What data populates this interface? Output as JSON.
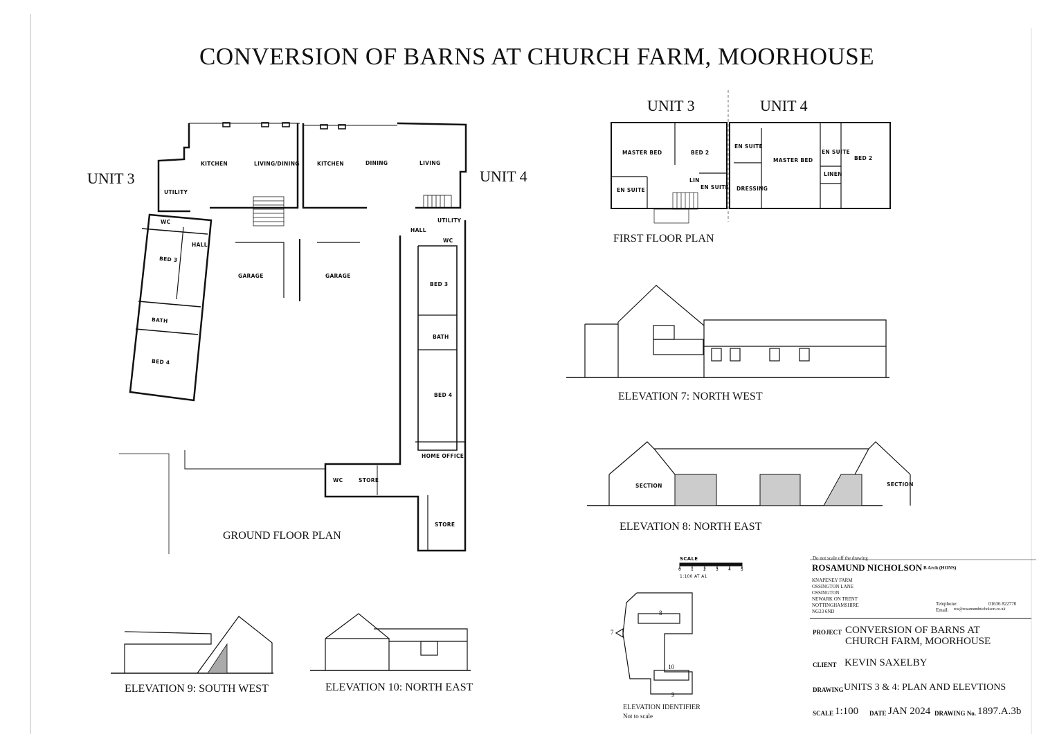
{
  "title": "CONVERSION OF BARNS AT CHURCH FARM,   MOORHOUSE",
  "ground_floor": {
    "unit3_label": "UNIT 3",
    "unit4_label": "UNIT 4",
    "plan_label": "GROUND FLOOR PLAN",
    "rooms": {
      "kitchen3": "KITCHEN",
      "living_dining": "LIVING/DINING",
      "utility3": "UTILITY",
      "wc3": "WC",
      "hall3": "HALL",
      "bed3_u3": "BED 3",
      "bath_u3": "BATH",
      "bed4_u3": "BED 4",
      "garage1": "GARAGE",
      "garage2": "GARAGE",
      "kitchen4": "KITCHEN",
      "dining": "DINING",
      "living": "LIVING",
      "hall4": "HALL",
      "utility4": "UTILITY",
      "wc4": "WC",
      "bed3_u4": "BED 3",
      "bath_u4": "BATH",
      "bed4_u4": "BED 4",
      "home_office": "HOME OFFICE",
      "wc_store": "WC",
      "store1": "STORE",
      "store2": "STORE"
    }
  },
  "first_floor": {
    "unit3_label": "UNIT 3",
    "unit4_label": "UNIT 4",
    "plan_label": "FIRST FLOOR PLAN",
    "rooms": {
      "master_bed3": "MASTER BED",
      "bed2_u3": "BED 2",
      "en_suite_a": "EN SUITE",
      "lin": "LIN",
      "en_suite_b": "EN SUITE",
      "en_suite_c": "EN SUITE",
      "master_bed4": "MASTER BED",
      "dressing": "DRESSING",
      "en_suite_d": "EN SUITE",
      "linen": "LINEN",
      "bed2_u4": "BED 2"
    }
  },
  "elevations": {
    "e7": "ELEVATION 7:  NORTH WEST",
    "e8": "ELEVATION 8:  NORTH EAST",
    "e9": "ELEVATION 9: SOUTH WEST",
    "e10": "ELEVATION 10: NORTH EAST",
    "section_left": "SECTION",
    "section_right": "SECTION"
  },
  "scale_bar": {
    "label": "SCALE",
    "ticks": [
      "0",
      "1",
      "2",
      "3",
      "4",
      "5"
    ],
    "note": "1:100 AT A1"
  },
  "identifier": {
    "label": "ELEVATION IDENTIFIER",
    "note": "Not to scale",
    "marks": [
      "8",
      "7",
      "10",
      "9"
    ]
  },
  "title_block": {
    "notice": "Do not scale off the drawing",
    "firm": "ROSAMUND NICHOLSON",
    "qualification": "B Arch (HONS)",
    "address": [
      "KNAPENEY FARM",
      "OSSINGTON LANE",
      "OSSINGTON",
      "NEWARK ON TRENT",
      "NOTTINGHAMSHIRE",
      "NG23 6ND"
    ],
    "telephone_label": "Telephone:",
    "telephone": "01636 822770",
    "email_label": "Email:",
    "email": "ros@rosamundnicholson.co.uk",
    "project_key": "PROJECT",
    "project_line1": "CONVERSION OF BARNS AT",
    "project_line2": "CHURCH FARM, MOORHOUSE",
    "client_key": "CLIENT",
    "client": "KEVIN SAXELBY",
    "drawing_key": "DRAWING",
    "drawing": "UNITS 3 &  4: PLAN AND ELEVTIONS",
    "scale_key": "SCALE",
    "scale": "1:100",
    "date_key": "DATE",
    "date": "JAN 2024",
    "drawing_no_key": "DRAWING No.",
    "drawing_no": "1897.A.3b"
  }
}
